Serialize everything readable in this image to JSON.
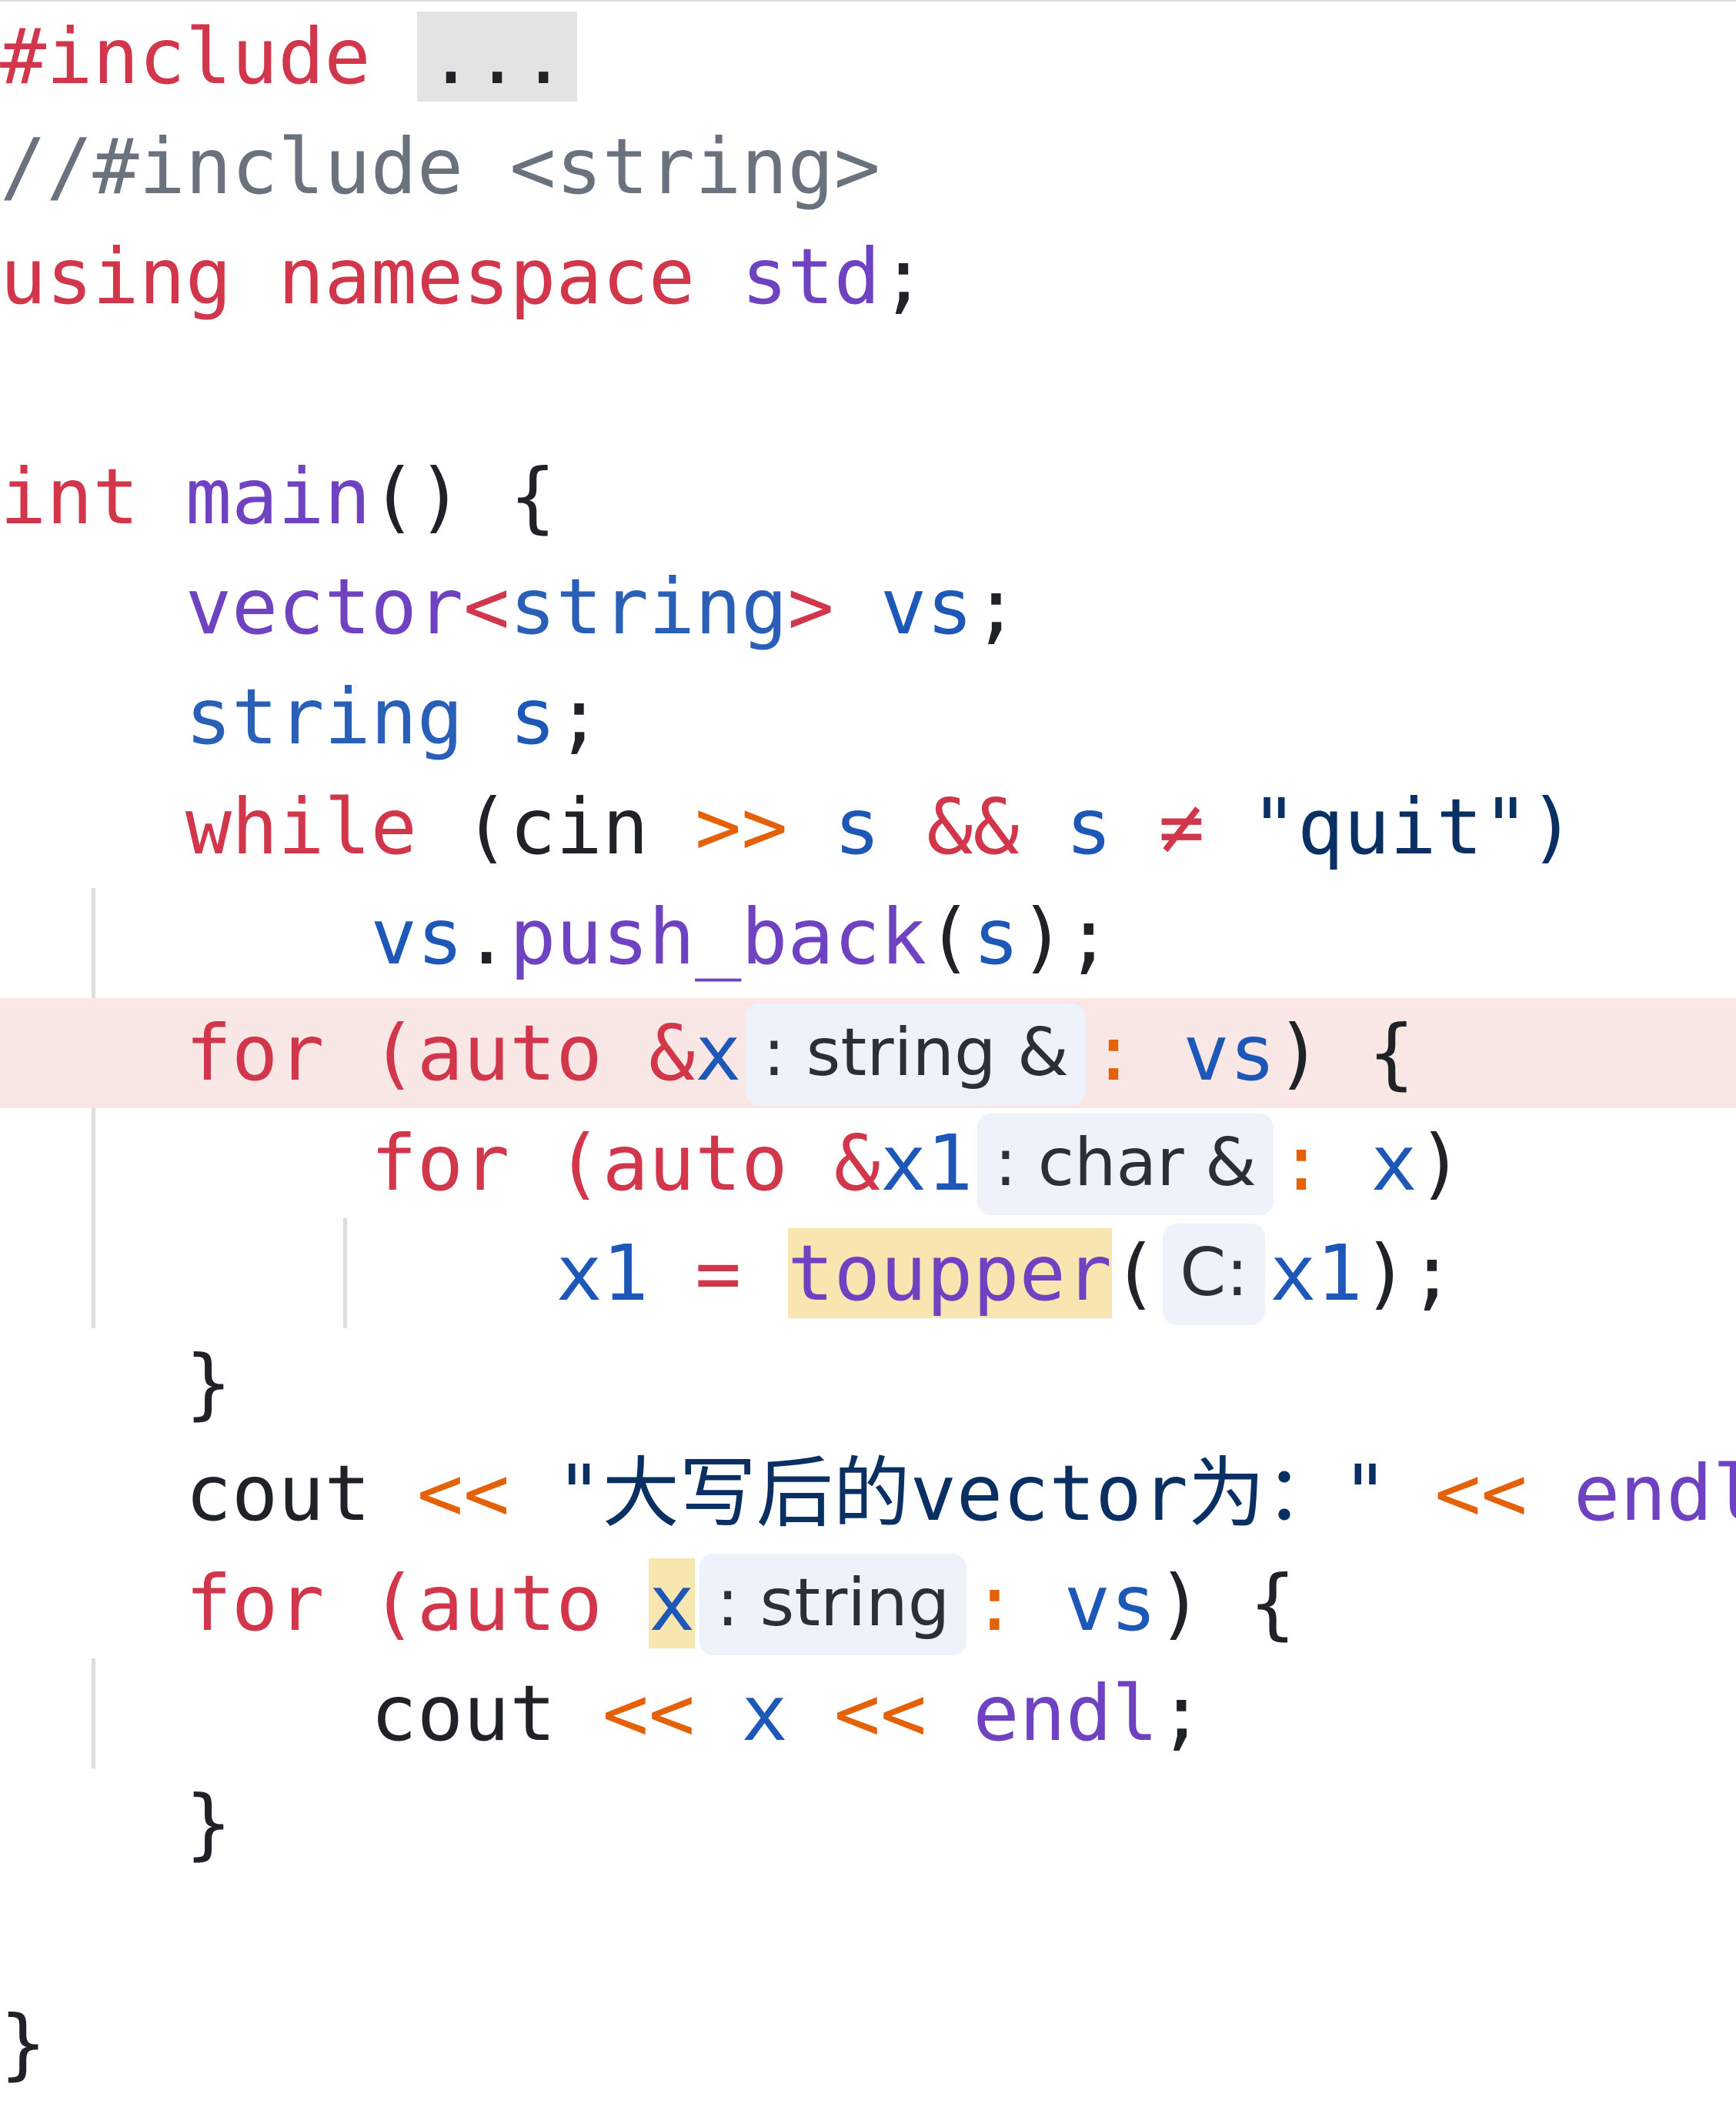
{
  "lines": {
    "l1": {
      "include": "#include",
      "fold": "..."
    },
    "l2": {
      "comment": "//#include <string>"
    },
    "l3": {
      "kw_using": "using",
      "kw_namespace": "namespace",
      "ns": "std",
      "semi": ";"
    },
    "l5": {
      "type_int": "int",
      "fn_main": "main",
      "paren_brace": "() {"
    },
    "l6": {
      "vector": "vector",
      "lt": "<",
      "string": "string",
      "gt": ">",
      "var_vs": "vs",
      "semi": ";"
    },
    "l7": {
      "string": "string",
      "var_s": "s",
      "semi": ";"
    },
    "l8": {
      "kw_while": "while",
      "open": "(",
      "cin": "cin",
      "op_rshift": ">>",
      "var_s1": "s",
      "op_and": "&&",
      "var_s2": "s",
      "op_ne": "≠",
      "str_quit": "\"quit\")"
    },
    "l9": {
      "var_vs": "vs",
      "dot": ".",
      "fn_push": "push_back",
      "open": "(",
      "var_s": "s",
      "close": ");"
    },
    "l10": {
      "kw_for": "for",
      "open": "(",
      "kw_auto": "auto",
      "amp": "&",
      "var_x": "x",
      "hint": ": string &",
      "colon": ":",
      "var_vs": "vs",
      "close": ") {"
    },
    "l11": {
      "kw_for": "for",
      "open": "(",
      "kw_auto": "auto",
      "amp": "&",
      "var_x1": "x1",
      "hint": ": char &",
      "colon": ":",
      "var_x": "x",
      "close": ")"
    },
    "l12": {
      "var_x1": "x1",
      "op_eq": "=",
      "fn_toupper": "toupper",
      "open": "(",
      "hint": "C:",
      "var_x1b": "x1",
      "close": ");"
    },
    "l13": {
      "brace": "}"
    },
    "l14": {
      "cout": "cout",
      "op1": "<<",
      "str": "\"大写后的vector为：\"",
      "op2": "<<",
      "endl": "endl",
      "semi": ";"
    },
    "l15": {
      "kw_for": "for",
      "open": "(",
      "kw_auto": "auto",
      "var_x": "x",
      "hint": ": string",
      "colon": ":",
      "var_vs": "vs",
      "close": ") {"
    },
    "l16": {
      "cout": "cout",
      "op1": "<<",
      "var_x": "x",
      "op2": "<<",
      "endl": "endl",
      "semi": ";"
    },
    "l17": {
      "brace": "}"
    },
    "l19": {
      "brace": "}"
    }
  },
  "colors": {
    "keyword": "#d1364b",
    "type": "#2a5fb8",
    "function": "#6f42c1",
    "identifier": "#1d57b8",
    "operator": "#e36209",
    "comment": "#6a737d",
    "current_line": "#f8e7e5",
    "hint_background": "#edf2fb",
    "match_highlight": "#f7e6b0"
  }
}
